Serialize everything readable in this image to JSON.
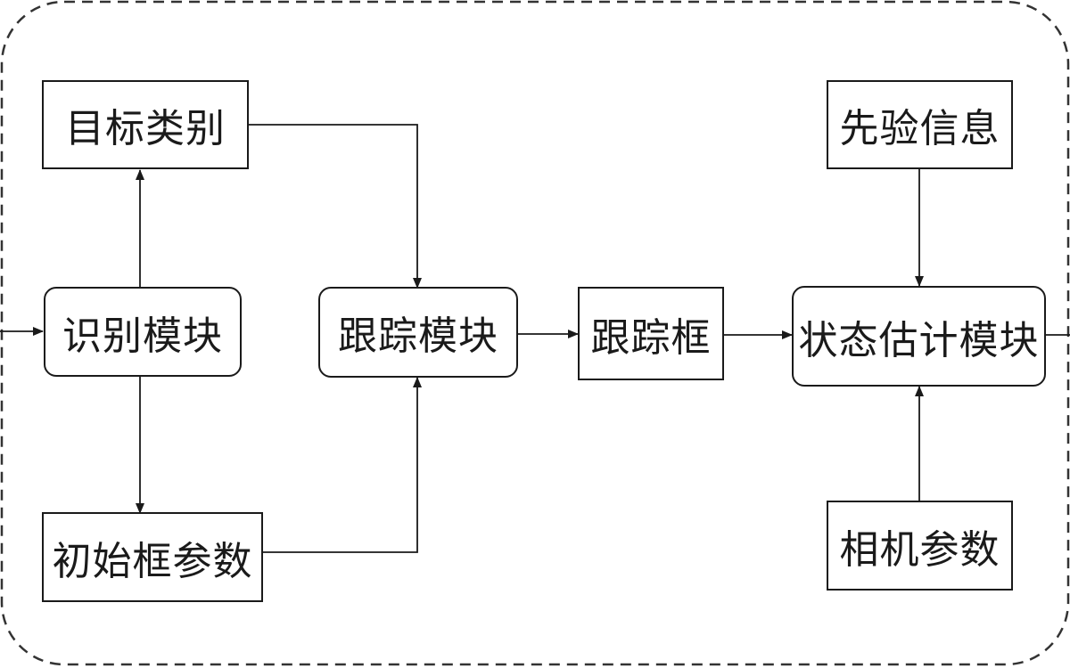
{
  "nodes": {
    "target_class": "目标类别",
    "recognition_module": "识别模块",
    "initial_box_params": "初始框参数",
    "tracking_module": "跟踪模块",
    "tracking_box": "跟踪框",
    "prior_info": "先验信息",
    "state_estimation_module": "状态估计模块",
    "camera_params": "相机参数"
  },
  "colors": {
    "line": "#1a1a1a",
    "border": "#1a1a1a",
    "background": "#ffffff"
  }
}
